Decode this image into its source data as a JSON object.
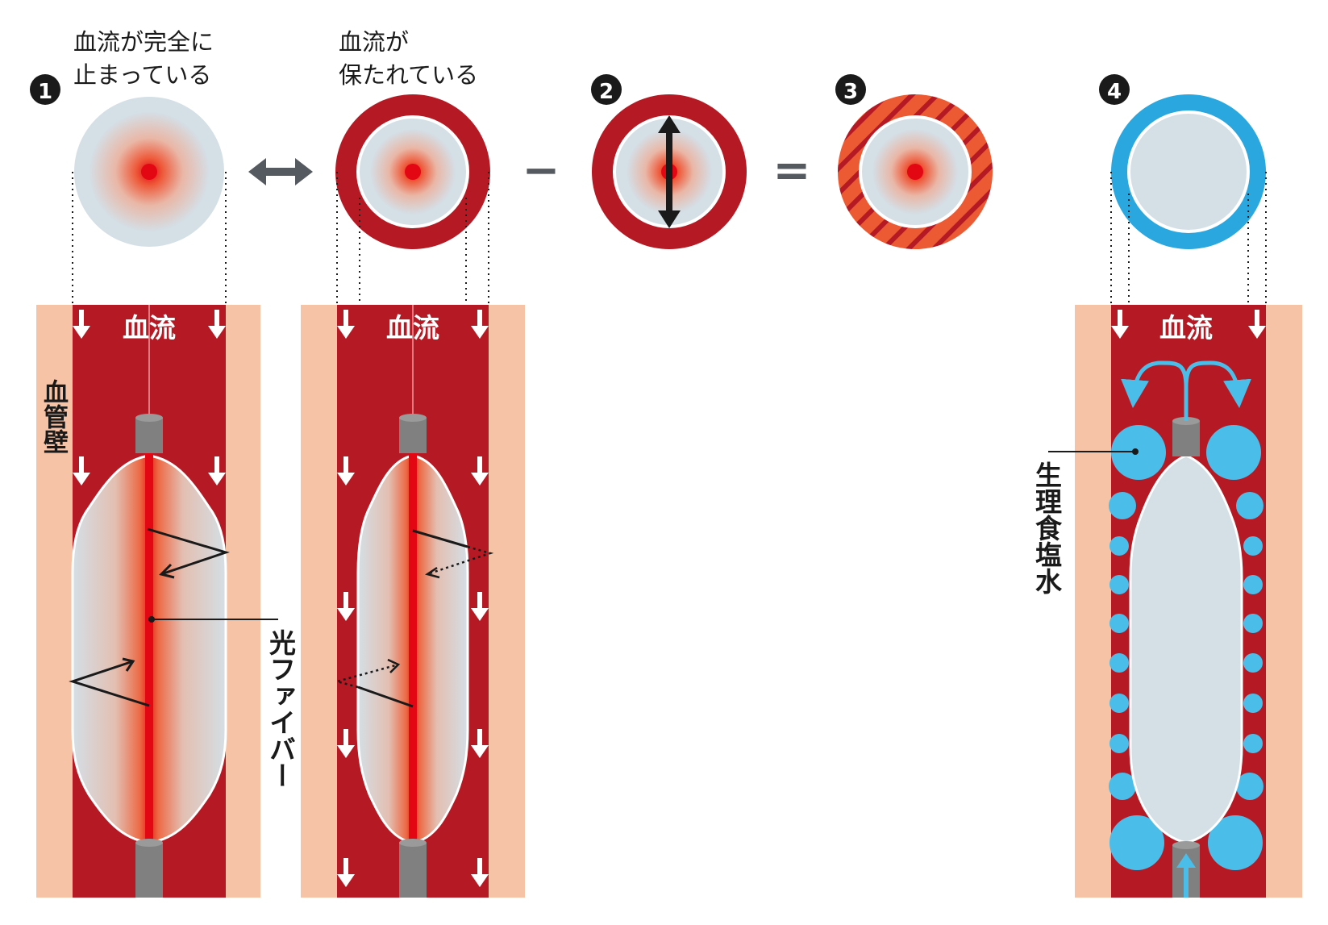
{
  "markers": {
    "m1": "1",
    "m2": "2",
    "m3": "3",
    "m4": "4"
  },
  "captions": {
    "stopped_line1": "血流が完全に",
    "stopped_line2": "止まっている",
    "kept_line1": "血流が",
    "kept_line2": "保たれている"
  },
  "operators": {
    "minus": "−",
    "equals": "="
  },
  "labels": {
    "blood_flow": "血流",
    "vessel_wall": "血管壁",
    "optical_fiber": "光ファイバー",
    "saline": "生理食塩水"
  },
  "colors": {
    "blood": "#b51a24",
    "wall": "#f6c3a6",
    "balloon": "#d4dfe6",
    "fiber": "#e30613",
    "saline": "#4bbde9",
    "ring_blue": "#2aa7df",
    "hatch": "#ec5a33",
    "catheter": "#808080",
    "ink": "#1a1a1a"
  },
  "icons": {
    "bidirectional": "double-arrow-horizontal-icon",
    "flow_arrow": "arrow-down-icon"
  }
}
